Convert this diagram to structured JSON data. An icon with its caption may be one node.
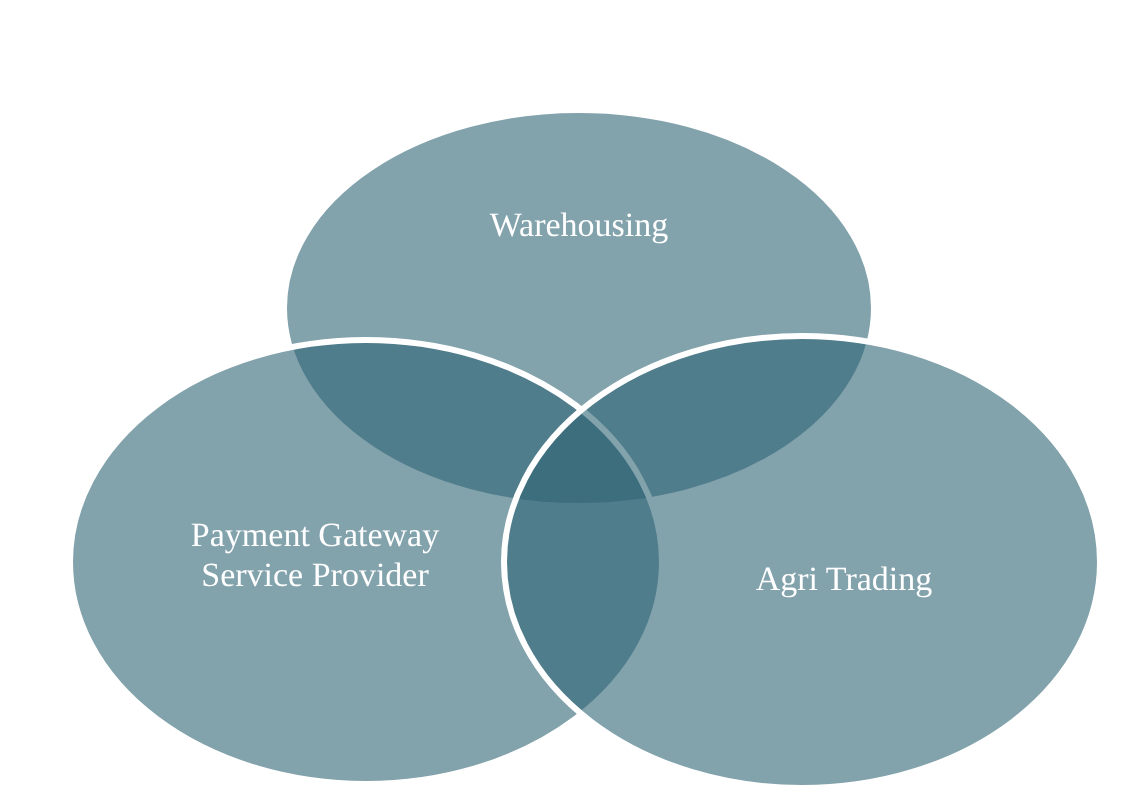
{
  "diagram": {
    "nodes": [
      {
        "text": [
          "Warehousing"
        ]
      },
      {
        "text": [
          "Payment Gateway Service Provider"
        ]
      },
      {
        "text": [
          "Agri Trading"
        ]
      }
    ]
  }
}
